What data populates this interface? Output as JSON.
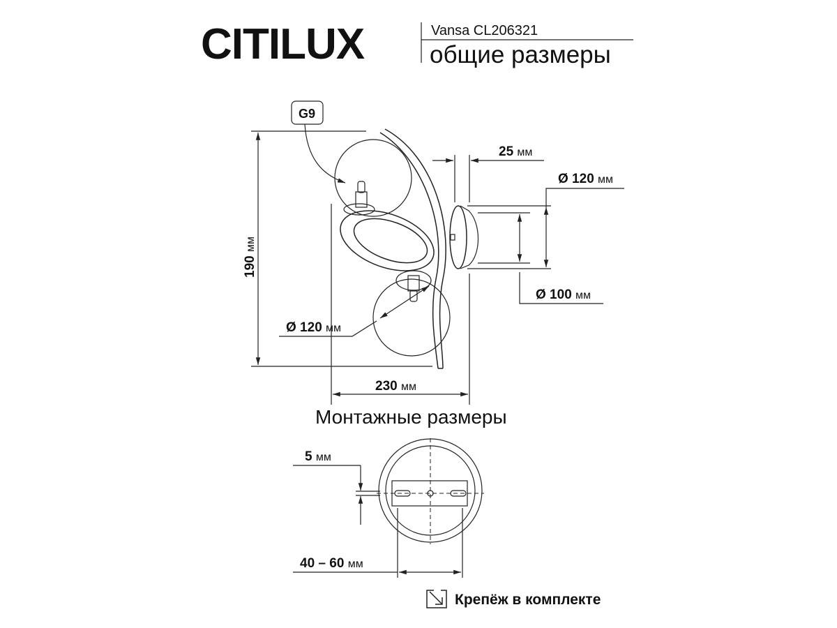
{
  "header": {
    "brand": "CITILUX",
    "model": "Vansa CL206321",
    "subtitle": "общие размеры"
  },
  "main_view": {
    "lamp_base_label": "G9",
    "height": {
      "value": "190",
      "unit": "мм"
    },
    "depth": {
      "value": "25",
      "unit": "мм"
    },
    "wall_plate_outer": {
      "value": "Ø 120",
      "unit": "мм"
    },
    "wall_plate_inner": {
      "value": "Ø 100",
      "unit": "мм"
    },
    "shade_diameter": {
      "value": "Ø 120",
      "unit": "мм"
    },
    "width": {
      "value": "230",
      "unit": "мм"
    }
  },
  "mounting": {
    "title": "Монтажные размеры",
    "slot": {
      "value": "5",
      "unit": "мм"
    },
    "spacing": {
      "value": "40 – 60",
      "unit": "мм"
    }
  },
  "footer": {
    "note": "Крепёж в комплекте"
  }
}
